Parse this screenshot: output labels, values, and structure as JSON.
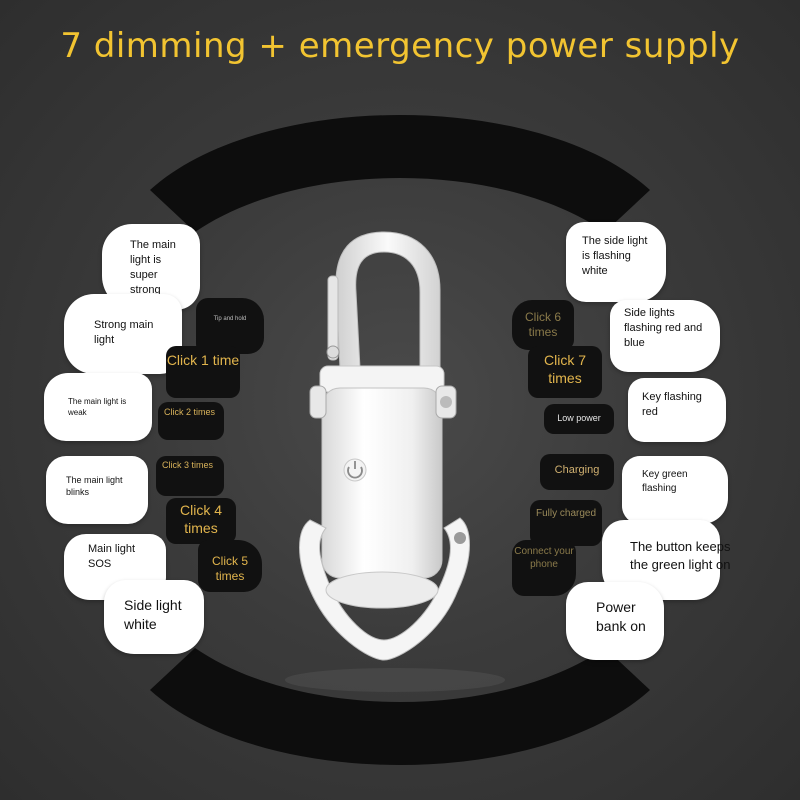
{
  "title": "7 dimming + emergency power supply",
  "colors": {
    "accent": "#f2c431",
    "background": "#3a3a3a",
    "bubble": "#ffffff",
    "tag_bg": "#111111"
  },
  "left_modes": [
    {
      "label": "The main light is super strong"
    },
    {
      "label": "Strong main light"
    },
    {
      "label": "The main light is weak"
    },
    {
      "label": "The main light blinks"
    },
    {
      "label": "Main light SOS"
    },
    {
      "label": "Side light white"
    }
  ],
  "left_actions": [
    {
      "label": "Tip and hold"
    },
    {
      "label": "Click 1 time"
    },
    {
      "label": "Click 2 times"
    },
    {
      "label": "Click 3 times"
    },
    {
      "label": "Click 4 times"
    },
    {
      "label": "Click 5 times"
    }
  ],
  "right_modes": [
    {
      "label": "The side light is flashing white"
    },
    {
      "label": "Side lights flashing red and blue"
    },
    {
      "label": "Key flashing red"
    },
    {
      "label": "Key green flashing"
    },
    {
      "label": "The button keeps the green light on"
    },
    {
      "label": "Power bank on"
    }
  ],
  "right_actions": [
    {
      "label": "Click 6 times"
    },
    {
      "label": "Click 7 times"
    },
    {
      "label": "Low power"
    },
    {
      "label": "Charging"
    },
    {
      "label": "Fully charged"
    },
    {
      "label": "Connect your phone"
    }
  ],
  "device": {
    "icon": "power-icon"
  }
}
